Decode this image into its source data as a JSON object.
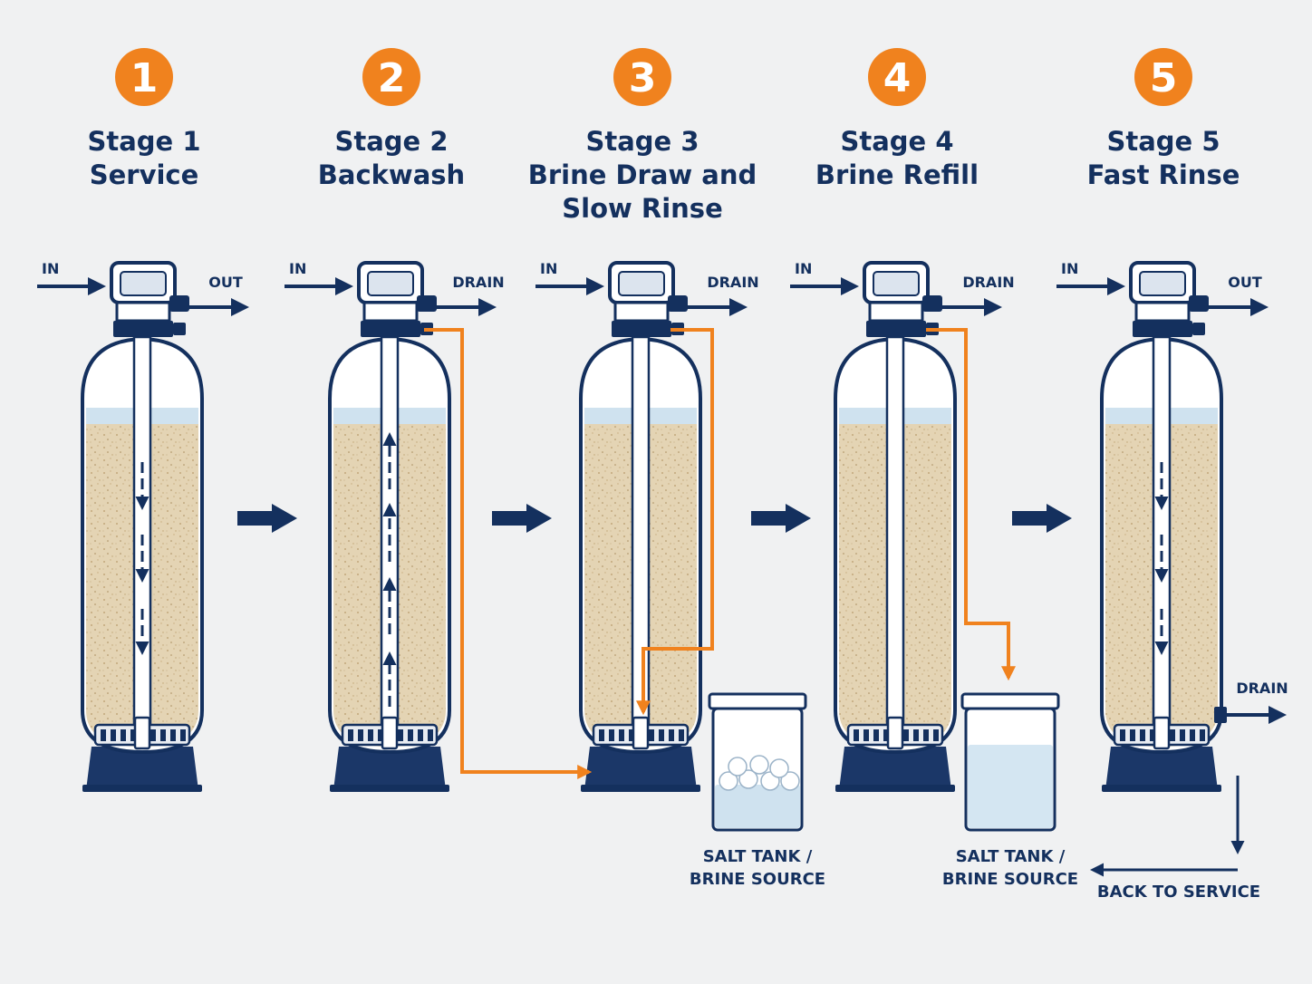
{
  "colors": {
    "navy": "#14305e",
    "orange": "#f0821e",
    "resin": "#e4d4b4",
    "water": "#cfe2ef",
    "background": "#f0f1f2"
  },
  "stages": [
    {
      "number": "1",
      "title_line1": "Stage 1",
      "title_line2": "Service",
      "title_line3": "",
      "in_label": "IN",
      "out_label": "OUT",
      "flow": "down"
    },
    {
      "number": "2",
      "title_line1": "Stage 2",
      "title_line2": "Backwash",
      "title_line3": "",
      "in_label": "IN",
      "out_label": "DRAIN",
      "flow": "up"
    },
    {
      "number": "3",
      "title_line1": "Stage 3",
      "title_line2": "Brine Draw and",
      "title_line3": "Slow Rinse",
      "in_label": "IN",
      "out_label": "DRAIN",
      "flow": "none"
    },
    {
      "number": "4",
      "title_line1": "Stage 4",
      "title_line2": "Brine Refill",
      "title_line3": "",
      "in_label": "IN",
      "out_label": "DRAIN",
      "flow": "none"
    },
    {
      "number": "5",
      "title_line1": "Stage 5",
      "title_line2": "Fast Rinse",
      "title_line3": "",
      "in_label": "IN",
      "out_label": "OUT",
      "flow": "down"
    }
  ],
  "salt_tanks": [
    {
      "line1": "SALT TANK /",
      "line2": "BRINE SOURCE",
      "contents": "salt pellets"
    },
    {
      "line1": "SALT TANK /",
      "line2": "BRINE SOURCE",
      "contents": "water"
    }
  ],
  "stage5_drain_label": "DRAIN",
  "back_to_service_label": "BACK TO SERVICE"
}
